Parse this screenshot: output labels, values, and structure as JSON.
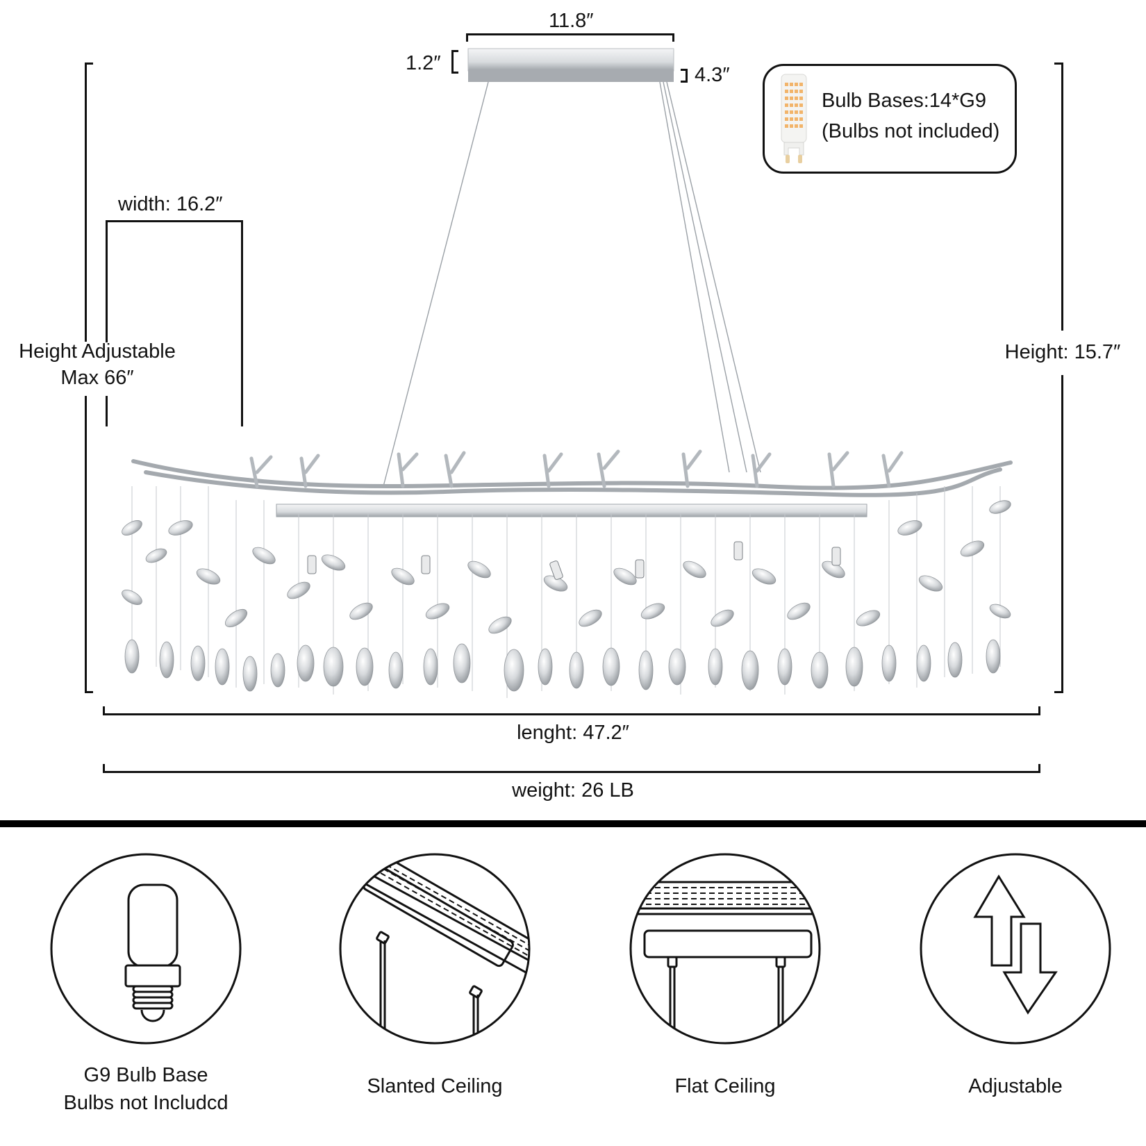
{
  "dimensions": {
    "canopy_length": "11.8″",
    "canopy_height": "1.2″",
    "canopy_depth": "4.3″",
    "width": "width: 16.2″",
    "height_adjustable_line1": "Height Adjustable",
    "height_adjustable_line2": "Max 66″",
    "height": "Height: 15.7″",
    "length": "lenght: 47.2″",
    "weight": "weight: 26 LB"
  },
  "bulb_callout": {
    "line1": "Bulb Bases:14*G9",
    "line2": "(Bulbs not included)",
    "icon": "g9-led-bulb-icon",
    "led_color": "#f2b46a"
  },
  "product": {
    "name": "crystal-branch-chandelier",
    "finish_color": "#c8ccd0"
  },
  "features": [
    {
      "icon": "g9-bulb-base-icon",
      "line1": "G9 Bulb Base",
      "line2": "Bulbs not Includcd"
    },
    {
      "icon": "slanted-ceiling-icon",
      "line1": "Slanted Ceiling",
      "line2": ""
    },
    {
      "icon": "flat-ceiling-icon",
      "line1": "Flat Ceiling",
      "line2": ""
    },
    {
      "icon": "adjustable-arrows-icon",
      "line1": "Adjustable",
      "line2": ""
    }
  ]
}
